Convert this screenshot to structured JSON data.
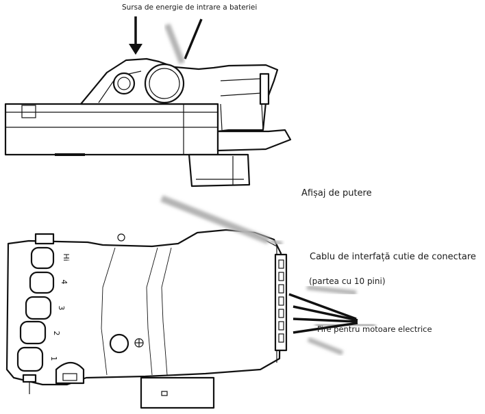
{
  "labels": {
    "battery_input": "Sursa de energie de intrare a bateriei",
    "power_display": "Afișaj de putere",
    "junction_cable": "Cablu de interfață cutie de conectare",
    "pin_side": "(partea cu 10 pini)",
    "motor_cable": "Fire pentru motoare electrice"
  },
  "button_marks": [
    "1",
    "2",
    "3",
    "4",
    "Hi"
  ],
  "colors": {
    "ink": "#111111",
    "arrow_gray": "#b4b4b4",
    "background": "#ffffff"
  }
}
